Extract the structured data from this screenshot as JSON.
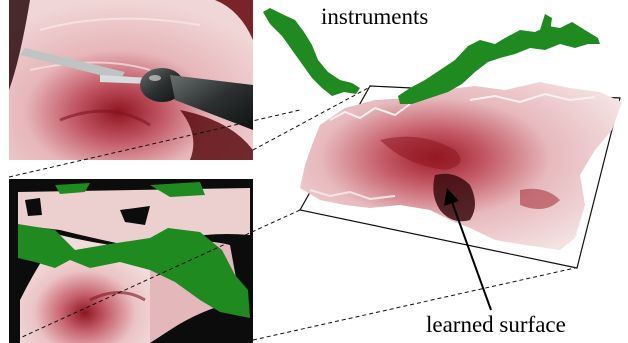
{
  "labels": {
    "instruments": "instruments",
    "surface": "learned surface"
  },
  "colors": {
    "instrument_mask": "#1f8a1f",
    "tissue_pink": "#e9bfc1",
    "tissue_red": "#a8202a",
    "frame_dark": "#0c0c0c"
  },
  "panels": {
    "top_left": "endoscopic-frame-with-instrument",
    "bottom_left": "frame-with-instrument-mask",
    "right": "3d-reconstructed-surface-with-instrument-tracks"
  }
}
